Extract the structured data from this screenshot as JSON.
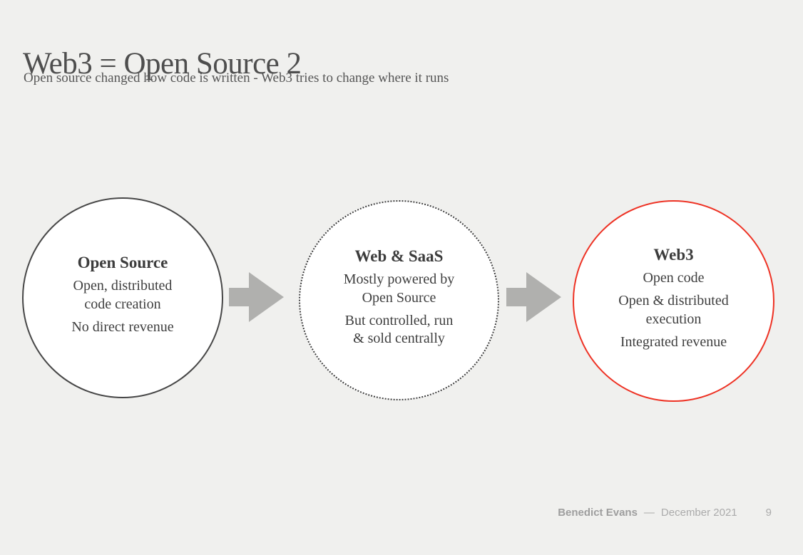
{
  "slide": {
    "title": "Web3 = Open Source 2",
    "subtitle": "Open source changed how code is written - Web3 tries to change where it runs"
  },
  "diagram": {
    "nodes": [
      {
        "id": "open-source",
        "title": "Open Source",
        "border_style": "solid",
        "border_color": "#474747",
        "paragraphs": [
          [
            "Open, distributed",
            "code creation"
          ],
          [
            "No direct revenue"
          ]
        ]
      },
      {
        "id": "web-saas",
        "title": "Web & SaaS",
        "border_style": "dotted",
        "border_color": "#3e3e3e",
        "paragraphs": [
          [
            "Mostly powered by",
            "Open Source"
          ],
          [
            "But controlled, run",
            "& sold centrally"
          ]
        ]
      },
      {
        "id": "web3",
        "title": "Web3",
        "border_style": "solid",
        "border_color": "#ee3224",
        "paragraphs": [
          [
            "Open code"
          ],
          [
            "Open & distributed",
            "execution"
          ],
          [
            "Integrated revenue"
          ]
        ]
      }
    ],
    "arrow_color": "#b0b0ae"
  },
  "footer": {
    "author": "Benedict Evans",
    "separator": "—",
    "date": "December 2021",
    "page_number": "9"
  },
  "colors": {
    "background": "#f0f0ee",
    "title_text": "#4e4e4e",
    "body_text": "#3e3e3e",
    "node_fill": "#ffffff",
    "accent_red": "#ee3224",
    "arrow_gray": "#b0b0ae",
    "footer_gray": "#ababab"
  }
}
